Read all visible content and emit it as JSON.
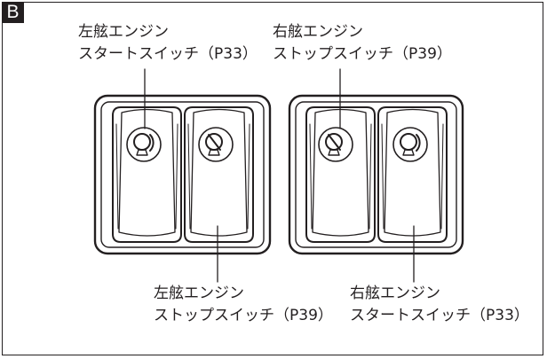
{
  "figure": {
    "badge": "B",
    "labels": {
      "top_left": {
        "line1": "左舷エンジン",
        "line2": "スタートスイッチ（P33）"
      },
      "top_right": {
        "line1": "右舷エンジン",
        "line2": "ストップスイッチ（P39）"
      },
      "bottom_left": {
        "line1": "左舷エンジン",
        "line2": "ストップスイッチ（P39）"
      },
      "bottom_right": {
        "line1": "右舷エンジン",
        "line2": "スタートスイッチ（P33）"
      }
    },
    "switches": [
      {
        "name": "port-start-switch",
        "icon": "key-start-icon"
      },
      {
        "name": "port-stop-switch",
        "icon": "key-stop-icon"
      },
      {
        "name": "starboard-stop-switch",
        "icon": "key-stop-icon"
      },
      {
        "name": "starboard-start-switch",
        "icon": "key-start-icon"
      }
    ]
  }
}
